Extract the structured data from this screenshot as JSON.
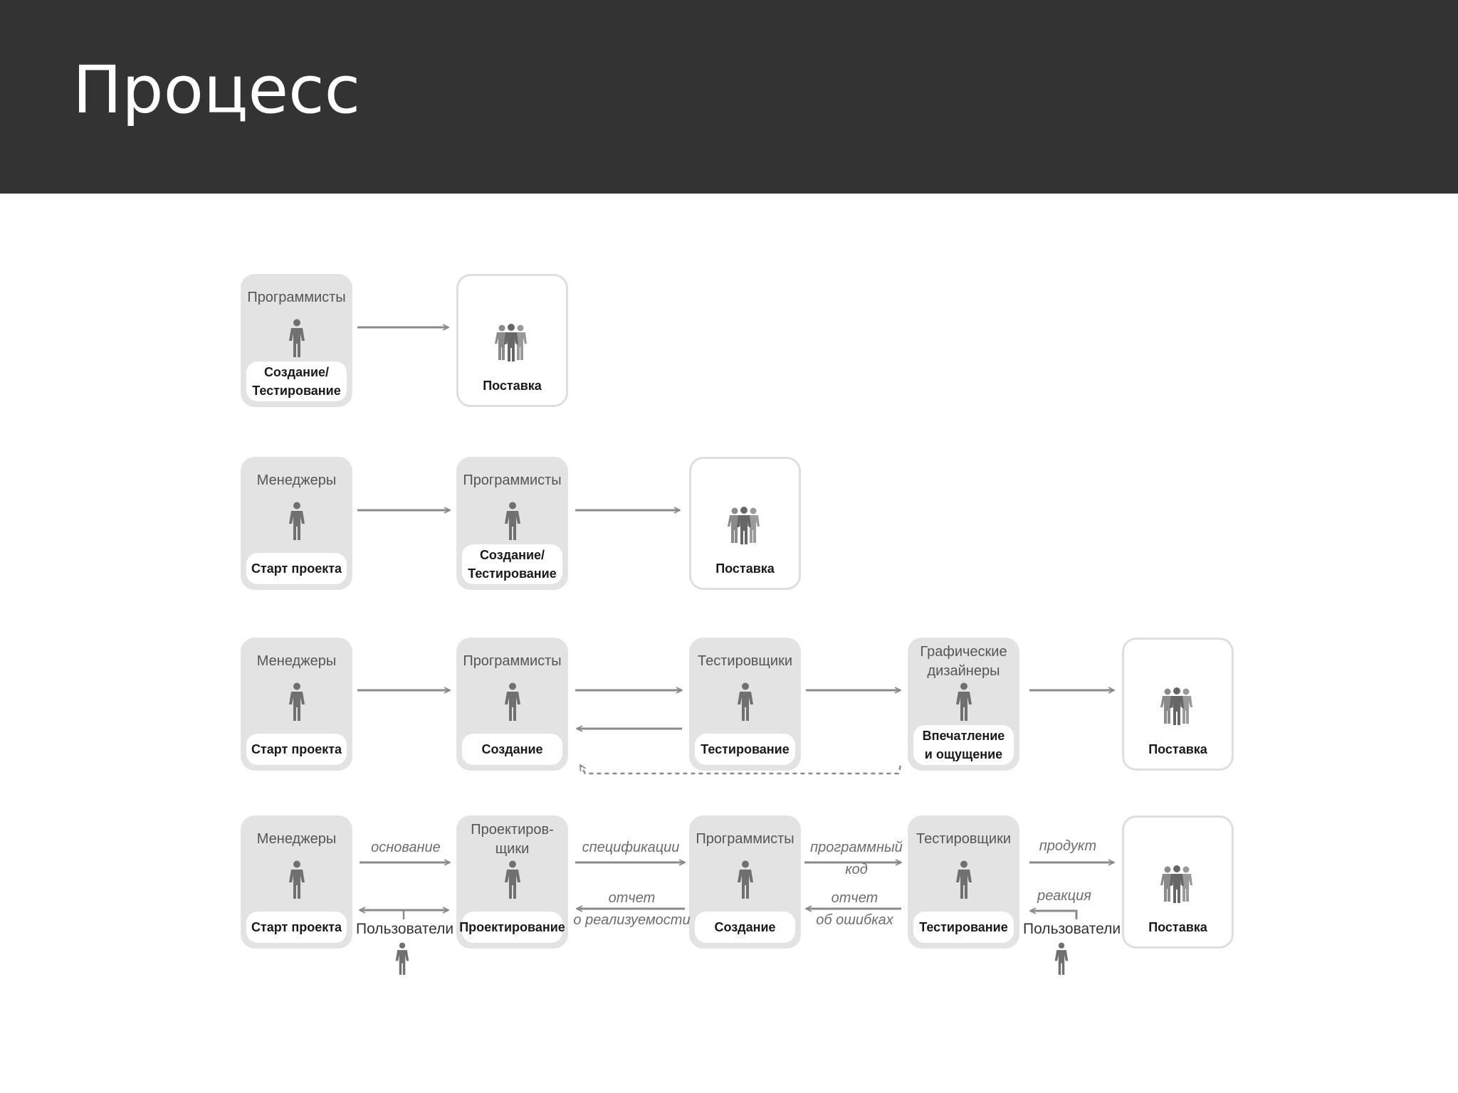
{
  "title": "Процесс",
  "rows": [
    {
      "boxes": [
        {
          "role": "Программисты",
          "label": "Создание/\nТестирование",
          "icon": "person-icon"
        },
        {
          "role": "",
          "label": "Поставка",
          "icon": "group-icon",
          "deliver": true
        }
      ]
    },
    {
      "boxes": [
        {
          "role": "Менеджеры",
          "label": "Старт проекта",
          "icon": "person-icon"
        },
        {
          "role": "Программисты",
          "label": "Создание/\nТестирование",
          "icon": "person-icon"
        },
        {
          "role": "",
          "label": "Поставка",
          "icon": "group-icon",
          "deliver": true
        }
      ]
    },
    {
      "boxes": [
        {
          "role": "Менеджеры",
          "label": "Старт проекта",
          "icon": "person-icon"
        },
        {
          "role": "Программисты",
          "label": "Создание",
          "icon": "person-icon"
        },
        {
          "role": "Тестировщики",
          "label": "Тестирование",
          "icon": "person-icon"
        },
        {
          "role": "Графические\nдизайнеры",
          "label": "Впечатление\nи ощущение",
          "icon": "person-icon"
        },
        {
          "role": "",
          "label": "Поставка",
          "icon": "group-icon",
          "deliver": true
        }
      ]
    },
    {
      "boxes": [
        {
          "role": "Менеджеры",
          "label": "Старт проекта",
          "icon": "person-icon"
        },
        {
          "role": "Проектиров-\nщики",
          "label": "Проектирование",
          "icon": "person-icon"
        },
        {
          "role": "Программисты",
          "label": "Создание",
          "icon": "person-icon"
        },
        {
          "role": "Тестировщики",
          "label": "Тестирование",
          "icon": "person-icon"
        },
        {
          "role": "",
          "label": "Поставка",
          "icon": "group-icon",
          "deliver": true
        }
      ],
      "annotations": {
        "foundation": "основание",
        "specs": "спецификации",
        "code": "программный\nкод",
        "product": "продукт",
        "feasibility": "отчет\nо реализуемости",
        "bugs": "отчет\nоб ошибках",
        "reaction": "реакция",
        "users": "Пользователи"
      }
    }
  ],
  "colors": {
    "header_bg": "#333333",
    "box_fill": "#e3e3e3",
    "arrow": "#8a8a8a",
    "icon": "#707070"
  }
}
